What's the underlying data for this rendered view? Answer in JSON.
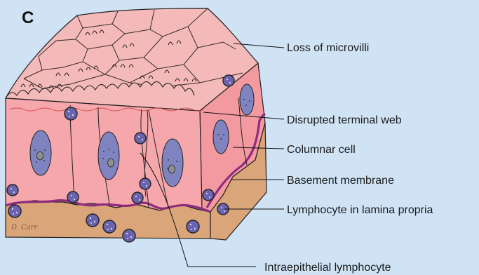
{
  "panel_letter": "C",
  "labels": {
    "microvilli": "Loss of microvilli",
    "terminal_web": "Disrupted terminal web",
    "columnar": "Columnar cell",
    "basement": "Basement membrane",
    "lamina": "Lymphocyte in lamina propria",
    "intraepithelial": "Intraepithelial lymphocyte"
  },
  "signature": "D. Carr",
  "colors": {
    "background": "#cfe3f5",
    "top_surface": "#f4b9b9",
    "epithelium_front": "#f5a7ab",
    "epithelium_side": "#f39aa0",
    "lamina_propria": "#dba57a",
    "basement_membrane": "#8e2c7e",
    "nucleus": "#7f84c0",
    "lymphocyte": "#6a63ad"
  }
}
